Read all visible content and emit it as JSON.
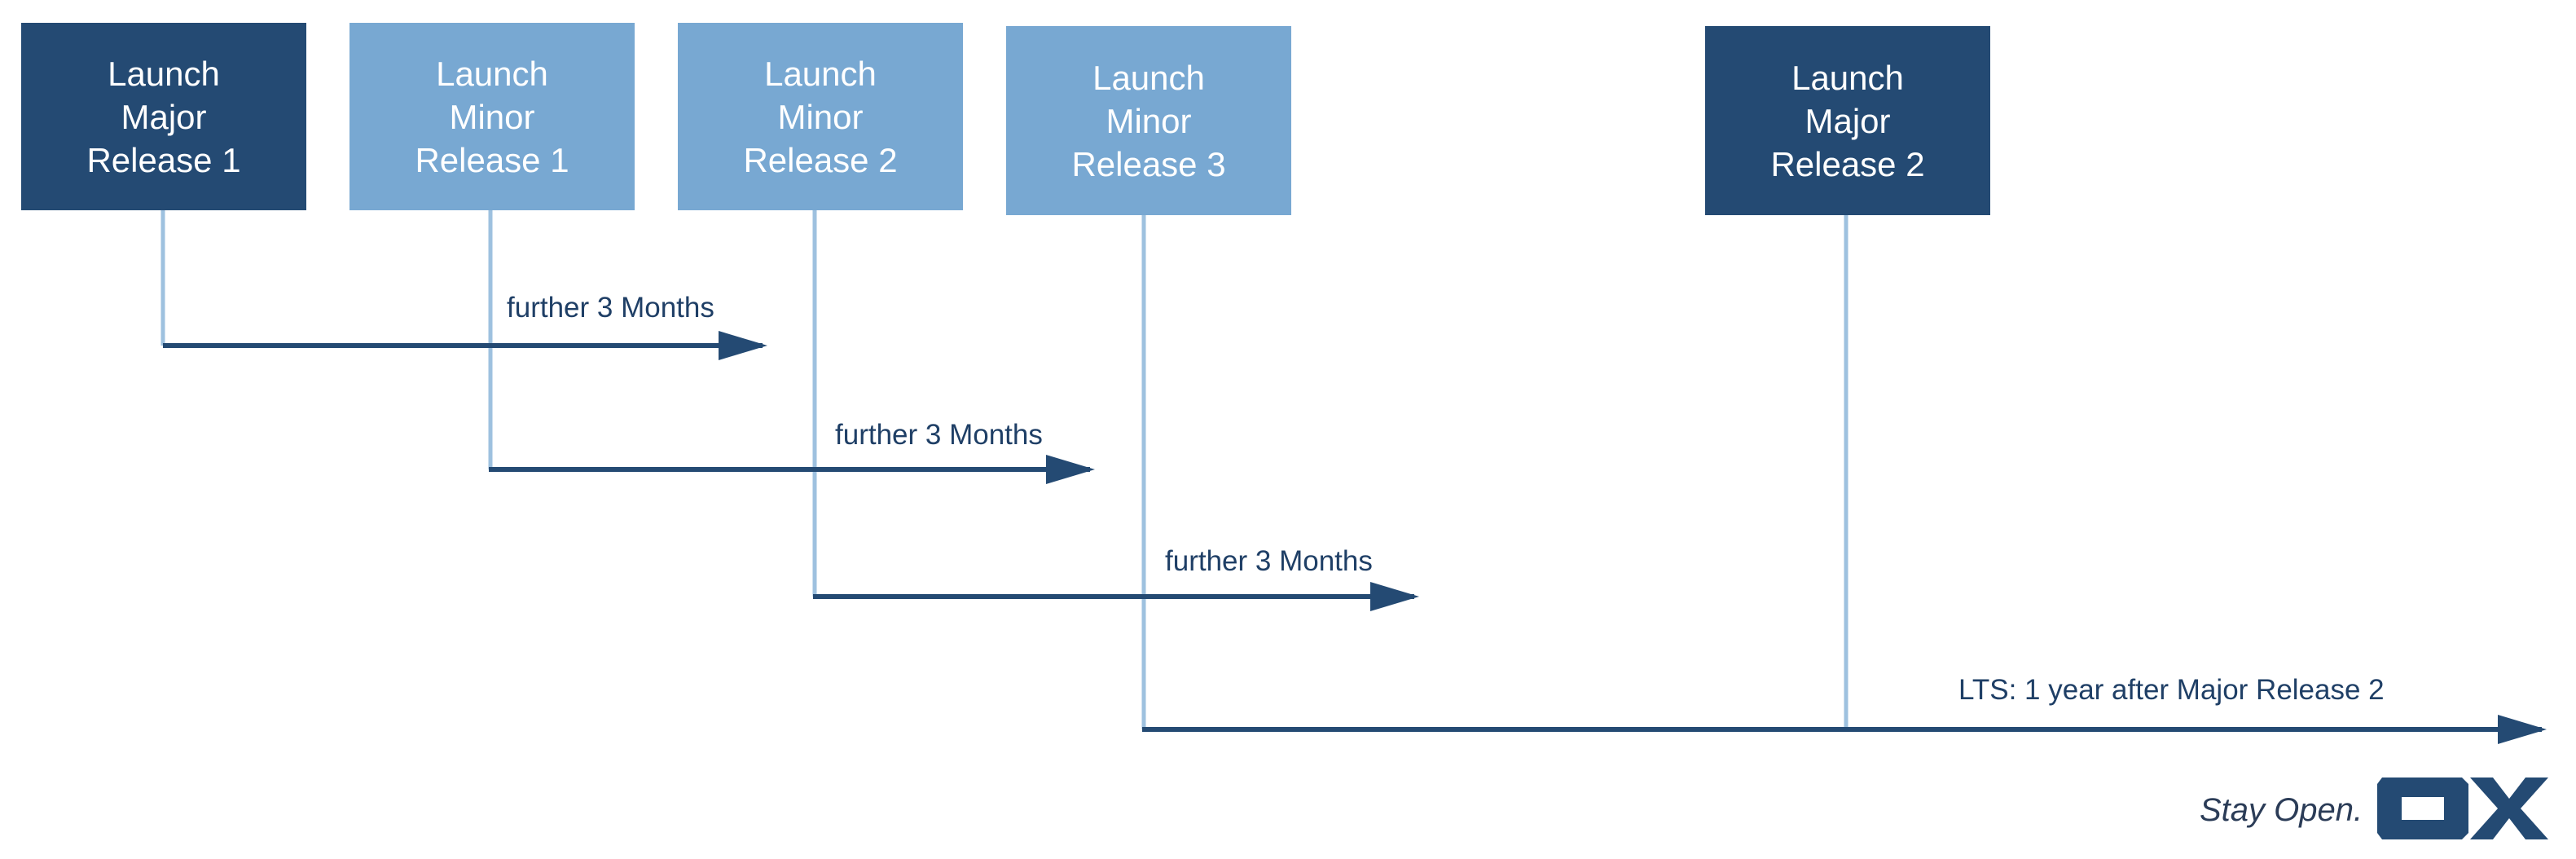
{
  "boxes": [
    {
      "lines": [
        "Launch",
        "Major",
        "Release 1"
      ]
    },
    {
      "lines": [
        "Launch",
        "Minor",
        "Release 1"
      ]
    },
    {
      "lines": [
        "Launch",
        "Minor",
        "Release 2"
      ]
    },
    {
      "lines": [
        "Launch",
        "Minor",
        "Release 3"
      ]
    },
    {
      "lines": [
        "Launch",
        "Major",
        "Release 2"
      ]
    }
  ],
  "labels": {
    "a1": "further 3 Months",
    "a2": "further 3 Months",
    "a3": "further 3 Months",
    "lts": "LTS: 1 year after Major Release 2"
  },
  "footer": {
    "tagline": "Stay Open.",
    "logo_icon": "ox-logo-icon"
  },
  "colors": {
    "major": "#244a73",
    "minor": "#78a8d2",
    "arrow": "#244a73",
    "connector": "#9ec1df",
    "label": "#1f3f66"
  }
}
